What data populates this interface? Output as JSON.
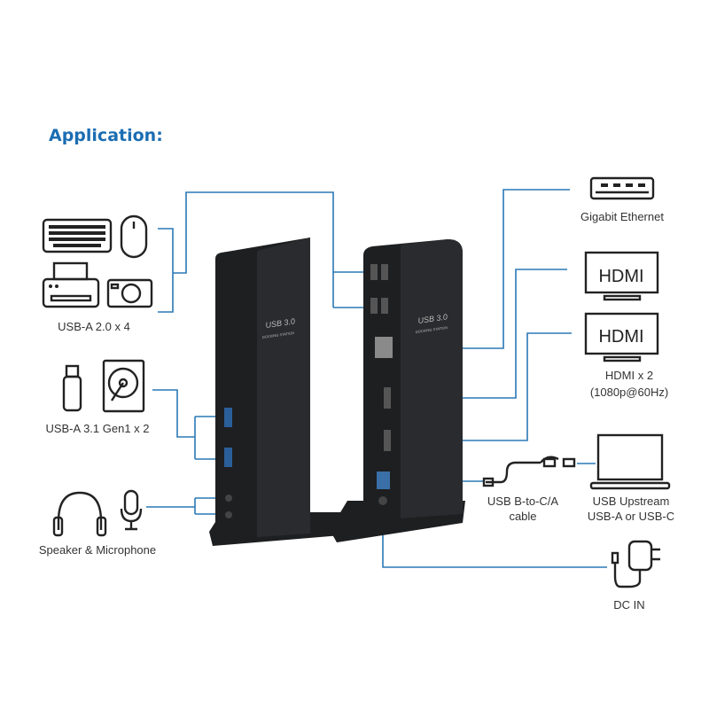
{
  "title": "Application:",
  "labels": {
    "usb2": "USB-A 2.0 x 4",
    "usb31": "USB-A 3.1 Gen1 x 2",
    "audio": "Speaker & Microphone",
    "ethernet": "Gigabit Ethernet",
    "hdmi_screen_1": "HDMI",
    "hdmi_screen_2": "HDMI",
    "hdmi_line1": "HDMI x 2",
    "hdmi_line2": "(1080p@60Hz)",
    "cable_line1": "USB B-to-C/A",
    "cable_line2": "cable",
    "upstream_line1": "USB Upstream",
    "upstream_line2": "USB-A or USB-C",
    "dc": "DC IN"
  },
  "device": {
    "brand_line1": "USB 3.0",
    "brand_line2": "DOCKING STATION"
  },
  "colors": {
    "accent": "#1b6db3",
    "wire": "#2a78b5",
    "device": "#1e1f21"
  }
}
